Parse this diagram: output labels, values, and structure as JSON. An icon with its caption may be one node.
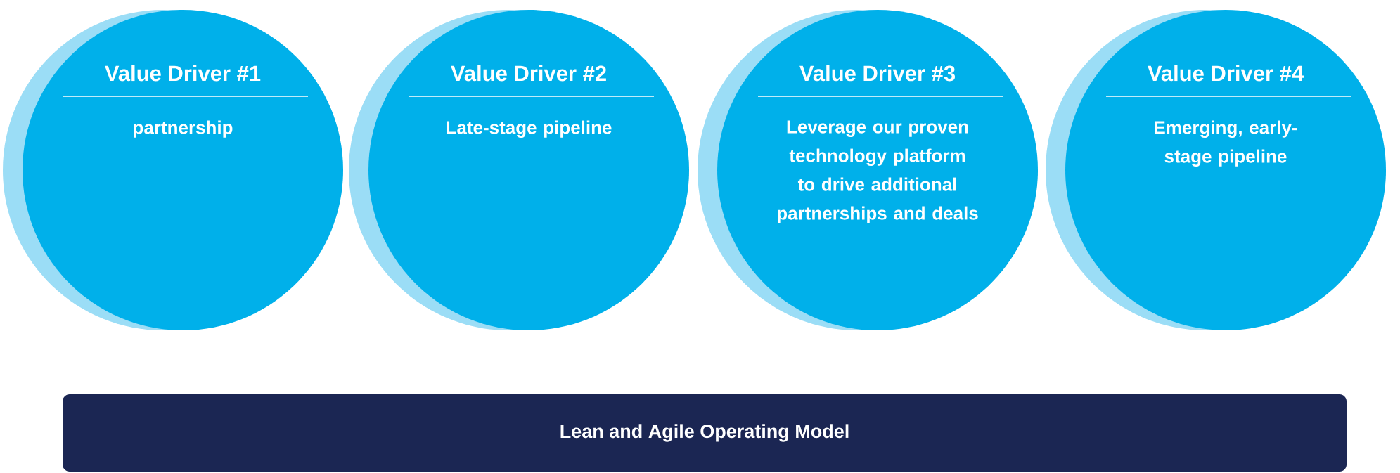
{
  "diagram": {
    "nodes": [
      {
        "text": [
          "Value Driver #1",
          "partnership"
        ]
      },
      {
        "text": [
          "Value Driver #2",
          "Late-stage pipeline"
        ]
      },
      {
        "text": [
          "Value Driver #3",
          "Leverage our proven technology platform to drive additional partnerships and deals"
        ]
      },
      {
        "text": [
          "Value Driver #4",
          "Emerging, early-stage pipeline"
        ]
      },
      {
        "text": [
          "Lean and Agile Operating Model"
        ]
      }
    ]
  }
}
